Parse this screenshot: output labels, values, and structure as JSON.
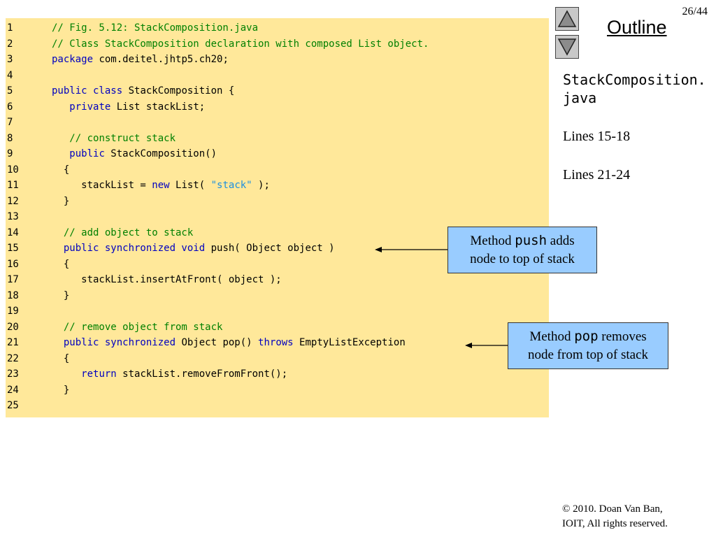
{
  "slide": {
    "page_number": "26/44",
    "outline_title": "Outline",
    "file_name": "StackComposition.java",
    "lines_ref_1": "Lines 15-18",
    "lines_ref_2": "Lines 21-24",
    "copyright_line1": "© 2010.  Doan Van Ban,",
    "copyright_line2": "IOIT, All rights reserved."
  },
  "nav": {
    "up_icon": "triangle-up-icon",
    "down_icon": "triangle-down-icon"
  },
  "callouts": {
    "push": {
      "pre": "Method ",
      "code": "push",
      "post": " adds",
      "line2": "node to top of stack"
    },
    "pop": {
      "pre": "Method ",
      "code": "pop",
      "post": " removes",
      "line2": "node from top of stack"
    }
  },
  "colors": {
    "code_background": "#ffe89a",
    "comment": "#008000",
    "keyword": "#0000c0",
    "string": "#1a8fe0",
    "callout_background": "#99ccff"
  },
  "code_lines": [
    {
      "num": "1",
      "tokens": [
        {
          "t": "// Fig. 5.12: StackComposition.java",
          "c": "comment"
        }
      ]
    },
    {
      "num": "2",
      "tokens": [
        {
          "t": "// Class StackComposition declaration with composed List object.",
          "c": "comment"
        }
      ]
    },
    {
      "num": "3",
      "tokens": [
        {
          "t": "package",
          "c": "kw"
        },
        {
          "t": " com.deitel.jhtp5.ch20;",
          "c": "plain"
        }
      ]
    },
    {
      "num": "4",
      "tokens": []
    },
    {
      "num": "5",
      "tokens": [
        {
          "t": "public class",
          "c": "kw"
        },
        {
          "t": " StackComposition {",
          "c": "plain"
        }
      ]
    },
    {
      "num": "6",
      "tokens": [
        {
          "t": "   ",
          "c": "plain"
        },
        {
          "t": "private",
          "c": "kw"
        },
        {
          "t": " List stackList;",
          "c": "plain"
        }
      ]
    },
    {
      "num": "7",
      "tokens": []
    },
    {
      "num": "8",
      "tokens": [
        {
          "t": "   ",
          "c": "plain"
        },
        {
          "t": "// construct stack",
          "c": "comment"
        }
      ]
    },
    {
      "num": "9",
      "tokens": [
        {
          "t": "   ",
          "c": "plain"
        },
        {
          "t": "public",
          "c": "kw"
        },
        {
          "t": " StackComposition()",
          "c": "plain"
        }
      ]
    },
    {
      "num": "10",
      "tokens": [
        {
          "t": "  {",
          "c": "plain"
        }
      ]
    },
    {
      "num": "11",
      "tokens": [
        {
          "t": "     stackList = ",
          "c": "plain"
        },
        {
          "t": "new",
          "c": "kw"
        },
        {
          "t": " List( ",
          "c": "plain"
        },
        {
          "t": "\"stack\"",
          "c": "str"
        },
        {
          "t": " );",
          "c": "plain"
        }
      ]
    },
    {
      "num": "12",
      "tokens": [
        {
          "t": "  }",
          "c": "plain"
        }
      ]
    },
    {
      "num": "13",
      "tokens": []
    },
    {
      "num": "14",
      "tokens": [
        {
          "t": "  ",
          "c": "plain"
        },
        {
          "t": "// add object to stack",
          "c": "comment"
        }
      ]
    },
    {
      "num": "15",
      "tokens": [
        {
          "t": "  ",
          "c": "plain"
        },
        {
          "t": "public synchronized void",
          "c": "kw"
        },
        {
          "t": " push( Object object )",
          "c": "plain"
        }
      ]
    },
    {
      "num": "16",
      "tokens": [
        {
          "t": "  {",
          "c": "plain"
        }
      ]
    },
    {
      "num": "17",
      "tokens": [
        {
          "t": "     stackList.insertAtFront( object );",
          "c": "plain"
        }
      ]
    },
    {
      "num": "18",
      "tokens": [
        {
          "t": "  }",
          "c": "plain"
        }
      ]
    },
    {
      "num": "19",
      "tokens": []
    },
    {
      "num": "20",
      "tokens": [
        {
          "t": "  ",
          "c": "plain"
        },
        {
          "t": "// remove object from stack",
          "c": "comment"
        }
      ]
    },
    {
      "num": "21",
      "tokens": [
        {
          "t": "  ",
          "c": "plain"
        },
        {
          "t": "public synchronized",
          "c": "kw"
        },
        {
          "t": " Object pop() ",
          "c": "plain"
        },
        {
          "t": "throws",
          "c": "kw"
        },
        {
          "t": " EmptyListException",
          "c": "plain"
        }
      ]
    },
    {
      "num": "22",
      "tokens": [
        {
          "t": "  {",
          "c": "plain"
        }
      ]
    },
    {
      "num": "23",
      "tokens": [
        {
          "t": "     ",
          "c": "plain"
        },
        {
          "t": "return",
          "c": "kw"
        },
        {
          "t": " stackList.removeFromFront();",
          "c": "plain"
        }
      ]
    },
    {
      "num": "24",
      "tokens": [
        {
          "t": "  }",
          "c": "plain"
        }
      ]
    },
    {
      "num": "25",
      "tokens": []
    }
  ]
}
